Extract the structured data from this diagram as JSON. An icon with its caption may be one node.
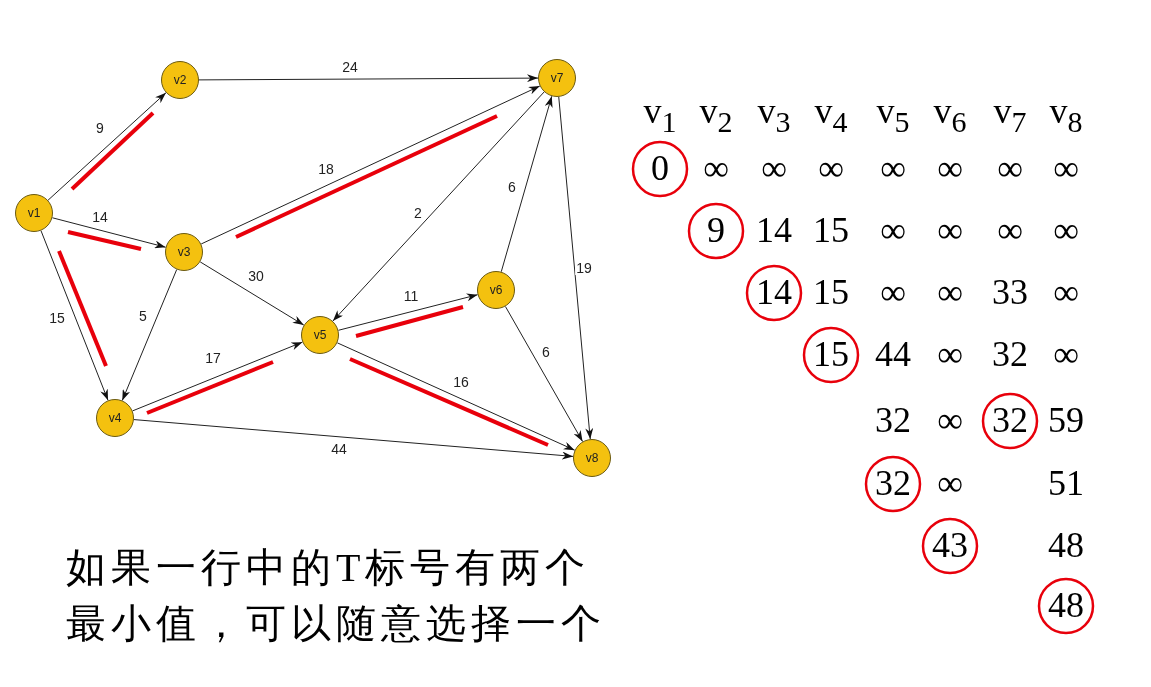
{
  "diagram": {
    "nodes": [
      {
        "text": [
          "v1"
        ]
      },
      {
        "text": [
          "v2"
        ]
      },
      {
        "text": [
          "v3"
        ]
      },
      {
        "text": [
          "v4"
        ]
      },
      {
        "text": [
          "v5"
        ]
      },
      {
        "text": [
          "v6"
        ]
      },
      {
        "text": [
          "v7"
        ]
      },
      {
        "text": [
          "v8"
        ]
      }
    ],
    "edges": [
      {
        "from": 0,
        "to": 1,
        "arrow": "to",
        "label": "9"
      },
      {
        "from": 0,
        "to": 2,
        "arrow": "to",
        "label": "14"
      },
      {
        "from": 0,
        "to": 3,
        "arrow": "to",
        "label": "15"
      },
      {
        "from": 1,
        "to": 6,
        "arrow": "to",
        "label": "24"
      },
      {
        "from": 2,
        "to": 6,
        "arrow": "to",
        "label": "18"
      },
      {
        "from": 2,
        "to": 4,
        "arrow": "to",
        "label": "30"
      },
      {
        "from": 2,
        "to": 3,
        "arrow": "to",
        "label": "5"
      },
      {
        "from": 6,
        "to": 4,
        "arrow": "to",
        "label": "2"
      },
      {
        "from": 5,
        "to": 6,
        "arrow": "to",
        "label": "6"
      },
      {
        "from": 6,
        "to": 7,
        "arrow": "to",
        "label": "19"
      },
      {
        "from": 4,
        "to": 5,
        "arrow": "to",
        "label": "11"
      },
      {
        "from": 3,
        "to": 4,
        "arrow": "to",
        "label": "17"
      },
      {
        "from": 4,
        "to": 7,
        "arrow": "to",
        "label": "16"
      },
      {
        "from": 5,
        "to": 7,
        "arrow": "to",
        "label": "6"
      },
      {
        "from": 3,
        "to": 7,
        "arrow": "to",
        "label": "44"
      }
    ],
    "labels": [
      "v$_{1}$",
      "v$_{2}$",
      "v$_{3}$",
      "v$_{4}$",
      "v$_{5}$",
      "v$_{6}$",
      "v$_{7}$",
      "v$_{8}$",
      "0",
      "∞",
      "∞",
      "∞",
      "∞",
      "∞",
      "∞",
      "∞",
      "9",
      "14",
      "15",
      "∞",
      "∞",
      "∞",
      "∞",
      "14",
      "15",
      "∞",
      "∞",
      "33",
      "∞",
      "15",
      "44",
      "∞",
      "32",
      "∞",
      "32",
      "∞",
      "32",
      "59",
      "32",
      "∞",
      "51",
      "43",
      "48",
      "48",
      "如果一行中的T标号有两个最小值，可以随意选择一个"
    ]
  }
}
